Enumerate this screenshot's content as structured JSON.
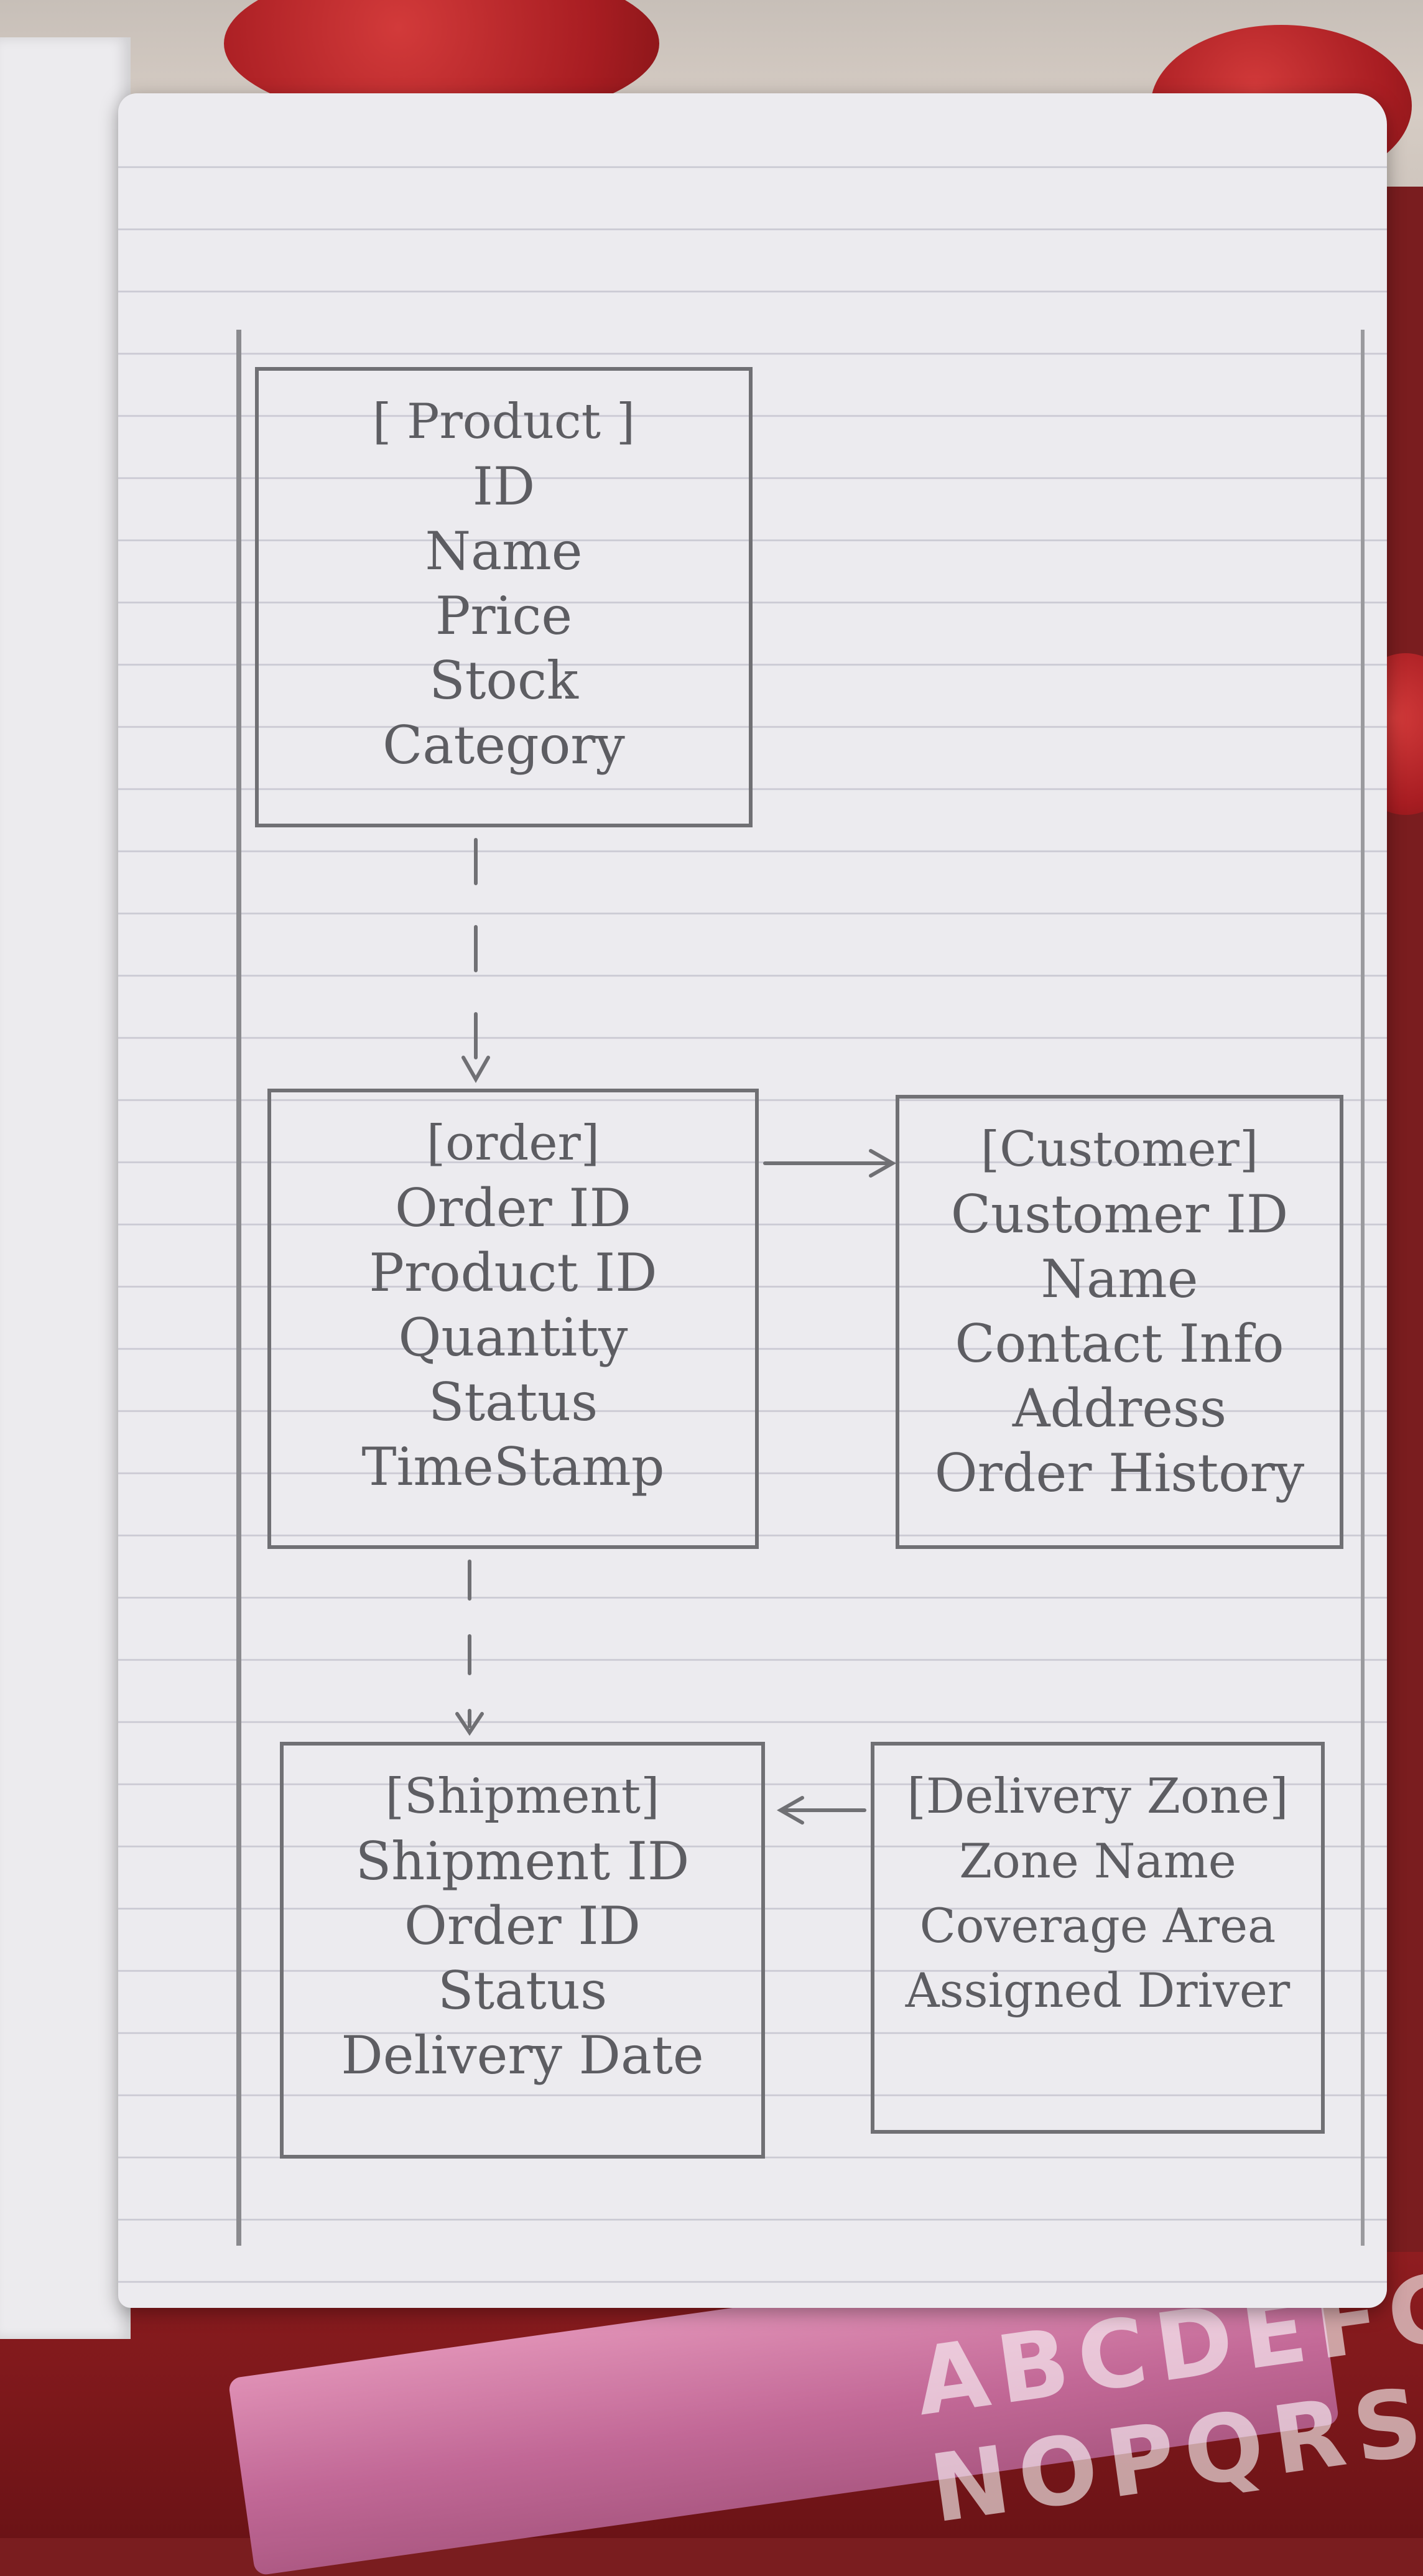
{
  "entities": {
    "product": {
      "title": "[ Product ]",
      "fields": [
        "ID",
        "Name",
        "Price",
        "Stock",
        "Category"
      ]
    },
    "order": {
      "title": "[order]",
      "fields": [
        "Order ID",
        "Product ID",
        "Quantity",
        "Status",
        "TimeStamp"
      ]
    },
    "customer": {
      "title": "[Customer]",
      "fields": [
        "Customer ID",
        "Name",
        "Contact Info",
        "Address",
        "Order History"
      ]
    },
    "shipment": {
      "title": "[Shipment]",
      "fields": [
        "Shipment ID",
        "Order ID",
        "Status",
        "Delivery Date"
      ]
    },
    "delivery_zone": {
      "title": "[Delivery Zone]",
      "fields": [
        "Zone Name",
        "Coverage Area",
        "Assigned Driver"
      ]
    }
  },
  "ruler_text": "ABCDEFGH NOPQRSTUV"
}
